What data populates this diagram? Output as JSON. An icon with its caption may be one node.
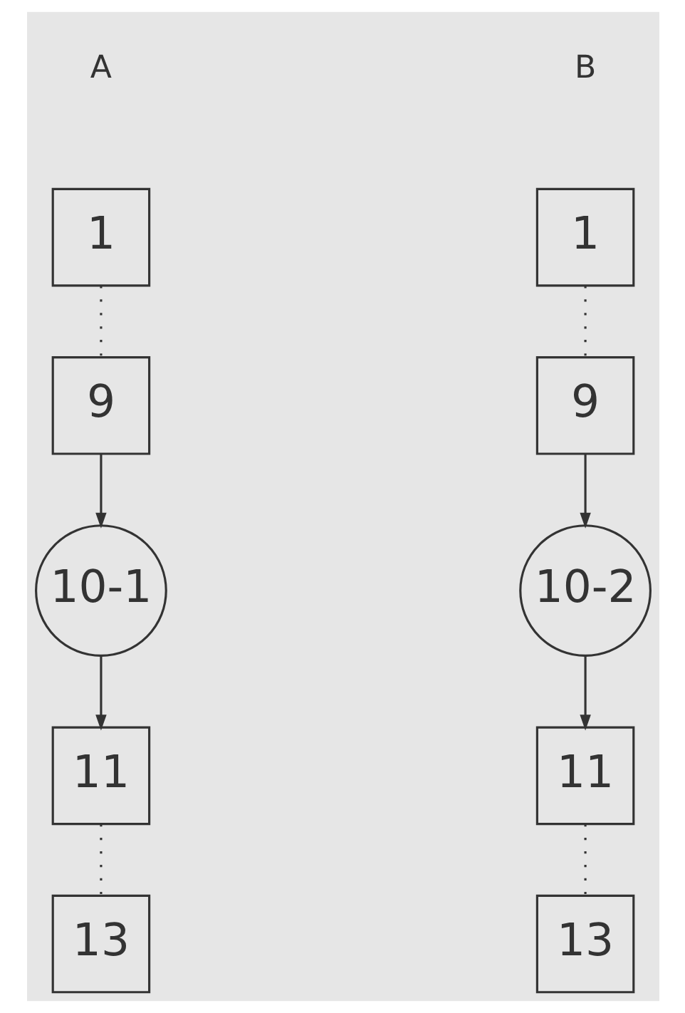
{
  "diagram": {
    "nodes": [
      {
        "text": [
          "1"
        ]
      },
      {
        "text": [
          "9"
        ]
      },
      {
        "text": [
          "10-1"
        ]
      },
      {
        "text": [
          "11"
        ]
      },
      {
        "text": [
          "13"
        ]
      },
      {
        "text": [
          "1"
        ]
      },
      {
        "text": [
          "9"
        ]
      },
      {
        "text": [
          "10-2"
        ]
      },
      {
        "text": [
          "11"
        ]
      },
      {
        "text": [
          "13"
        ]
      }
    ],
    "edges": [
      {
        "from": 0,
        "to": 1,
        "arrow": "none",
        "style": "dashed"
      },
      {
        "from": 1,
        "to": 2,
        "arrow": "to"
      },
      {
        "from": 2,
        "to": 3,
        "arrow": "to"
      },
      {
        "from": 3,
        "to": 4,
        "arrow": "none",
        "style": "dashed"
      },
      {
        "from": 5,
        "to": 6,
        "arrow": "none",
        "style": "dashed"
      },
      {
        "from": 6,
        "to": 7,
        "arrow": "to"
      },
      {
        "from": 7,
        "to": 8,
        "arrow": "to"
      },
      {
        "from": 8,
        "to": 9,
        "arrow": "none",
        "style": "dashed"
      }
    ],
    "labels": [
      "A",
      "B"
    ]
  }
}
